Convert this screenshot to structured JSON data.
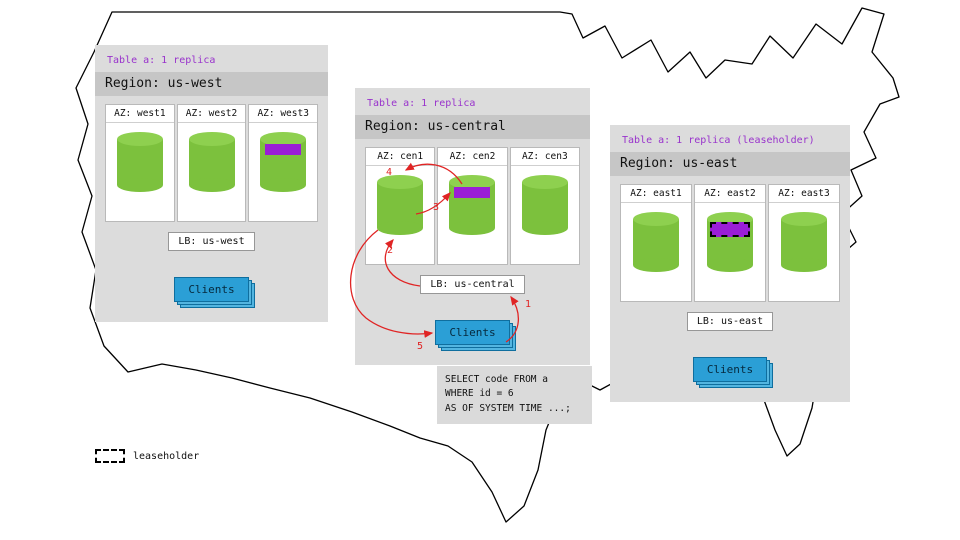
{
  "regions": {
    "west": {
      "table_label": "Table a: 1 replica",
      "region_label": "Region: us-west",
      "azs": [
        {
          "label": "AZ: west1",
          "replica": false,
          "leaseholder": false
        },
        {
          "label": "AZ: west2",
          "replica": false,
          "leaseholder": false
        },
        {
          "label": "AZ: west3",
          "replica": true,
          "leaseholder": false
        }
      ],
      "lb_label": "LB: us-west",
      "clients_label": "Clients"
    },
    "central": {
      "table_label": "Table a: 1 replica",
      "region_label": "Region: us-central",
      "azs": [
        {
          "label": "AZ: cen1",
          "replica": false,
          "leaseholder": false
        },
        {
          "label": "AZ: cen2",
          "replica": true,
          "leaseholder": false
        },
        {
          "label": "AZ: cen3",
          "replica": false,
          "leaseholder": false
        }
      ],
      "lb_label": "LB: us-central",
      "clients_label": "Clients"
    },
    "east": {
      "table_label": "Table a: 1 replica (leaseholder)",
      "region_label": "Region: us-east",
      "azs": [
        {
          "label": "AZ: east1",
          "replica": false,
          "leaseholder": false
        },
        {
          "label": "AZ: east2",
          "replica": true,
          "leaseholder": true
        },
        {
          "label": "AZ: east3",
          "replica": false,
          "leaseholder": false
        }
      ],
      "lb_label": "LB: us-east",
      "clients_label": "Clients"
    }
  },
  "flow_steps": [
    "1",
    "2",
    "3",
    "4",
    "5"
  ],
  "sql_query": [
    "SELECT code FROM a",
    "WHERE id = 6",
    "AS OF SYSTEM TIME ...;"
  ],
  "legend": {
    "label": "leaseholder"
  },
  "colors": {
    "replica_band_purple": "#9a1ed6",
    "cylinder_green": "#7cc13d",
    "clients_blue": "#2b9fd6",
    "arrow_red": "#e02424",
    "table_label_purple": "#9933cc"
  }
}
